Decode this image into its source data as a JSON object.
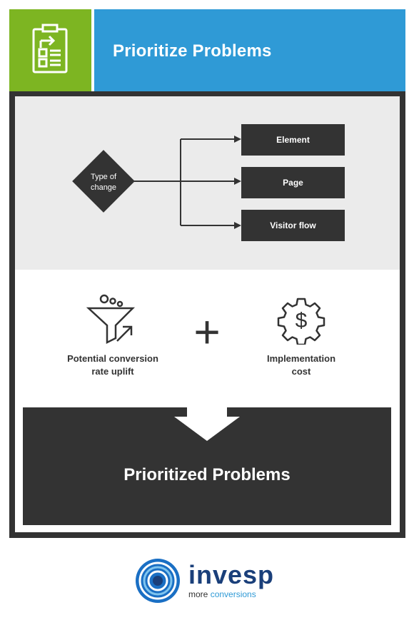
{
  "header": {
    "title": "Prioritize Problems",
    "icon": "clipboard-icon"
  },
  "flow": {
    "decision": {
      "line1": "Type of",
      "line2": "change"
    },
    "options": [
      "Element",
      "Page",
      "Visitor flow"
    ]
  },
  "factors": {
    "uplift": {
      "line1": "Potential conversion",
      "line2": "rate uplift",
      "icon": "funnel-icon"
    },
    "operator": "+",
    "cost": {
      "line1": "Implementation",
      "line2": "cost",
      "icon": "dollar-gear-icon"
    }
  },
  "result": {
    "title": "Prioritized Problems"
  },
  "brand": {
    "name": "invesp",
    "tag_part1": "more ",
    "tag_part2": "conversions"
  },
  "colors": {
    "green": "#7db522",
    "blue": "#2f9ad6",
    "dark": "#333333",
    "panel": "#ebebeb",
    "brand_navy": "#1a3f7a"
  }
}
